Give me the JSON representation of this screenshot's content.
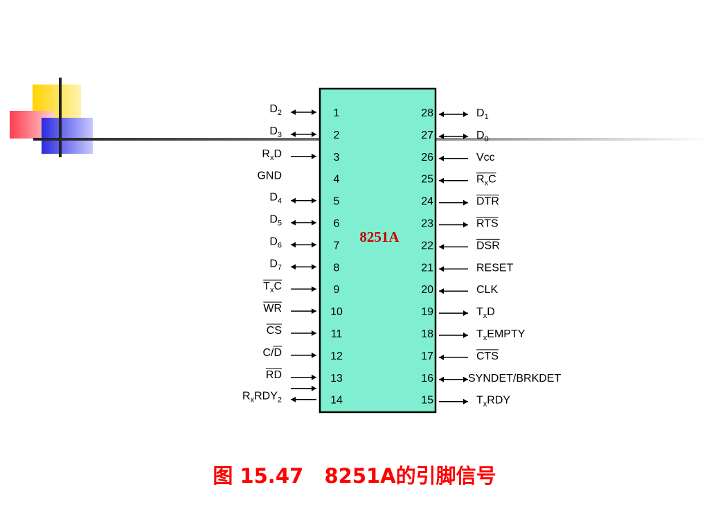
{
  "chip": {
    "name": "8251A",
    "body_color": "#80eed0",
    "name_color": "#cc0000"
  },
  "caption": {
    "prefix": "图 ",
    "text": "15.47   8251A",
    "suffix": "的引脚信号",
    "color": "#ff0000"
  },
  "decoration": {
    "yellow": "#ffd400",
    "red": "#ff3c50",
    "blue": "#2a2ae0",
    "bar": "#222222"
  },
  "pins_left": [
    {
      "num": "1",
      "base": "D",
      "sub": "2",
      "post": "",
      "over": false,
      "arrow": "both"
    },
    {
      "num": "2",
      "base": "D",
      "sub": "3",
      "post": "",
      "over": false,
      "arrow": "both"
    },
    {
      "num": "3",
      "base": "R",
      "sub": "x",
      "post": "D",
      "over": false,
      "arrow": "in"
    },
    {
      "num": "4",
      "base": "GND",
      "sub": "",
      "post": "",
      "over": false,
      "arrow": "none"
    },
    {
      "num": "5",
      "base": "D",
      "sub": "4",
      "post": "",
      "over": false,
      "arrow": "both"
    },
    {
      "num": "6",
      "base": "D",
      "sub": "5",
      "post": "",
      "over": false,
      "arrow": "both"
    },
    {
      "num": "7",
      "base": "D",
      "sub": "6",
      "post": "",
      "over": false,
      "arrow": "both"
    },
    {
      "num": "8",
      "base": "D",
      "sub": "7",
      "post": "",
      "over": false,
      "arrow": "both"
    },
    {
      "num": "9",
      "base": "T",
      "sub": "x",
      "post": "C",
      "over": true,
      "arrow": "in"
    },
    {
      "num": "10",
      "base": "WR",
      "sub": "",
      "post": "",
      "over": true,
      "arrow": "in"
    },
    {
      "num": "11",
      "base": "CS",
      "sub": "",
      "post": "",
      "over": true,
      "arrow": "in"
    },
    {
      "num": "12",
      "base": "C/",
      "sub": "",
      "post": "D",
      "over": "post",
      "arrow": "in"
    },
    {
      "num": "13",
      "base": "RD",
      "sub": "",
      "post": "",
      "over": true,
      "arrow": "in"
    },
    {
      "num": "14",
      "base": "R",
      "sub": "x",
      "post": "RDY",
      "sub2": "2",
      "over": false,
      "arrow": "out"
    }
  ],
  "pins_right": [
    {
      "num": "28",
      "base": "D",
      "sub": "1",
      "post": "",
      "over": false,
      "arrow": "both"
    },
    {
      "num": "27",
      "base": "D",
      "sub": "0",
      "post": "",
      "over": false,
      "arrow": "both"
    },
    {
      "num": "26",
      "base": "Vcc",
      "sub": "",
      "post": "",
      "over": false,
      "arrow": "in"
    },
    {
      "num": "25",
      "base": "R",
      "sub": "x",
      "post": "C",
      "over": true,
      "arrow": "in"
    },
    {
      "num": "24",
      "base": "DTR",
      "sub": "",
      "post": "",
      "over": true,
      "arrow": "out"
    },
    {
      "num": "23",
      "base": "RTS",
      "sub": "",
      "post": "",
      "over": true,
      "arrow": "out"
    },
    {
      "num": "22",
      "base": "DSR",
      "sub": "",
      "post": "",
      "over": true,
      "arrow": "in"
    },
    {
      "num": "21",
      "base": "RESET",
      "sub": "",
      "post": "",
      "over": false,
      "arrow": "in"
    },
    {
      "num": "20",
      "base": "CLK",
      "sub": "",
      "post": "",
      "over": false,
      "arrow": "in"
    },
    {
      "num": "19",
      "base": "T",
      "sub": "x",
      "post": "D",
      "over": false,
      "arrow": "out"
    },
    {
      "num": "18",
      "base": "T",
      "sub": "x",
      "post": "EMPTY",
      "over": false,
      "arrow": "out"
    },
    {
      "num": "17",
      "base": "CTS",
      "sub": "",
      "post": "",
      "over": true,
      "arrow": "in"
    },
    {
      "num": "16",
      "base": "SYNDET/BRKDET",
      "sub": "",
      "post": "",
      "over": false,
      "arrow": "both"
    },
    {
      "num": "15",
      "base": "T",
      "sub": "x",
      "post": "RDY",
      "over": false,
      "arrow": "out"
    }
  ]
}
